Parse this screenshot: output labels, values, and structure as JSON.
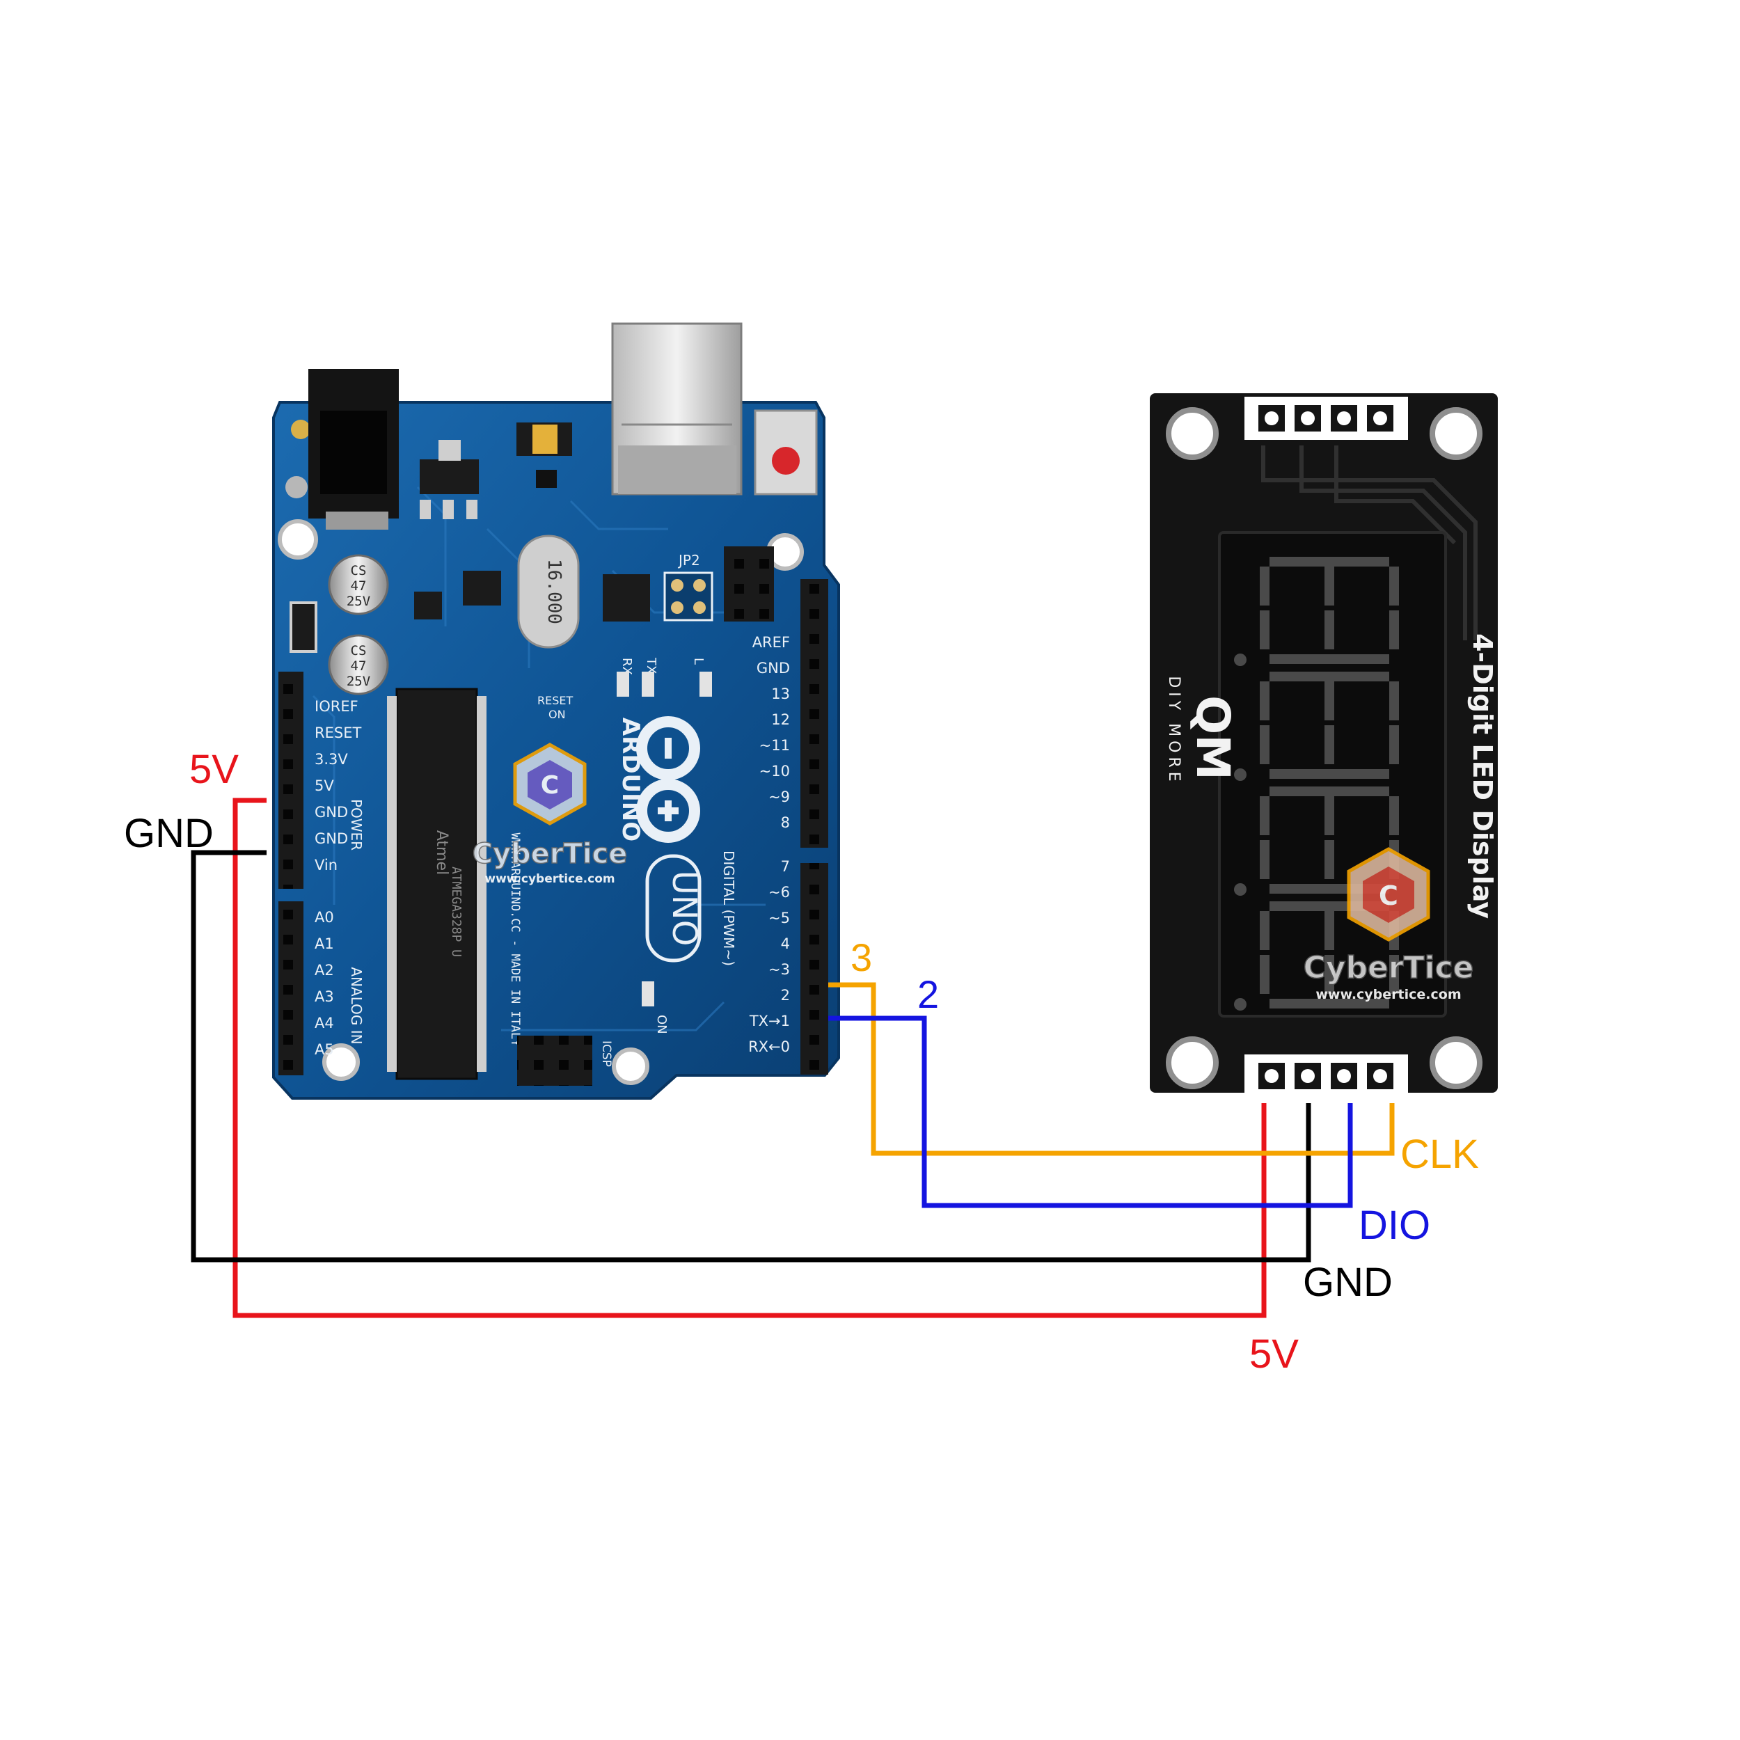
{
  "arduino": {
    "brand": "ARDUINO",
    "model": "UNO",
    "capacitor_text": [
      "CS",
      "47",
      "25V"
    ],
    "crystal_text": "16.000",
    "chip_brand": "Atmel",
    "chip_part": "ATMEGA328P U",
    "jumper_label": "JP2",
    "url_text": "WWW.ARDUINO.CC - MADE IN ITALY",
    "icsp_label": "ICSP",
    "reset_label": "RESET",
    "on_label": "ON",
    "rx_label": "RX",
    "tx_label": "TX",
    "l_label": "L",
    "power_header_label": "POWER",
    "analog_header_label": "ANALOG IN",
    "digital_header_label": "DIGITAL (PWM~)",
    "power_pins": [
      "IOREF",
      "RESET",
      "3.3V",
      "5V",
      "GND",
      "GND",
      "Vin"
    ],
    "analog_pins": [
      "A0",
      "A1",
      "A2",
      "A3",
      "A4",
      "A5"
    ],
    "digital_top_pins": [
      "AREF",
      "GND",
      "13",
      "12",
      "~11",
      "~10",
      "~9",
      "8"
    ],
    "digital_bottom_pins": [
      "7",
      "~6",
      "~5",
      "4",
      "~3",
      "2",
      "TX→1",
      "RX←0"
    ]
  },
  "display": {
    "title": "4-Digit LED Display",
    "brand": "QM",
    "brand_sub": "DIY MORE"
  },
  "watermark": {
    "name": "CyberTice",
    "url": "www.cybertice.com"
  },
  "wires": [
    {
      "id": "5v",
      "color": "#e8141b"
    },
    {
      "id": "gnd",
      "color": "#000000"
    },
    {
      "id": "clk",
      "color": "#f5a300"
    },
    {
      "id": "dio",
      "color": "#1414e0"
    }
  ],
  "labels": {
    "left_5v": "5V",
    "left_gnd": "GND",
    "pin3": "3",
    "pin2": "2",
    "clk": "CLK",
    "dio": "DIO",
    "gnd": "GND",
    "bottom_5v": "5V"
  },
  "colors": {
    "red": "#e8141b",
    "black": "#000000",
    "orange": "#f5a300",
    "blue": "#1414e0",
    "board": "#0e4f8c",
    "display_pcb": "#141414"
  }
}
